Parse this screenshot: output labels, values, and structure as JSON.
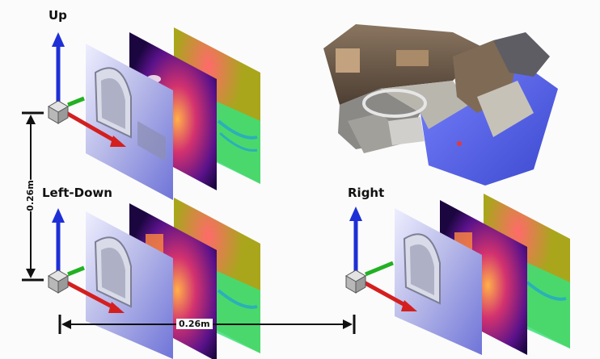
{
  "labels": {
    "up": "Up",
    "left_down": "Left-Down",
    "right": "Right"
  },
  "dimensions": {
    "vertical": "0.26m",
    "horizontal": "0.26m"
  },
  "colors": {
    "axis_up": "#1f2fd6",
    "axis_forward": "#d41f1f",
    "axis_side": "#22b122",
    "cube": "#c9c9c9",
    "depth_dark": "#2a0a55",
    "depth_bright": "#ff9a3c",
    "semantic_bg": "#a9a61c",
    "pointcloud_floor": "#5766e6"
  },
  "icons": [
    "coordinate-axes-icon",
    "camera-cube-icon"
  ]
}
